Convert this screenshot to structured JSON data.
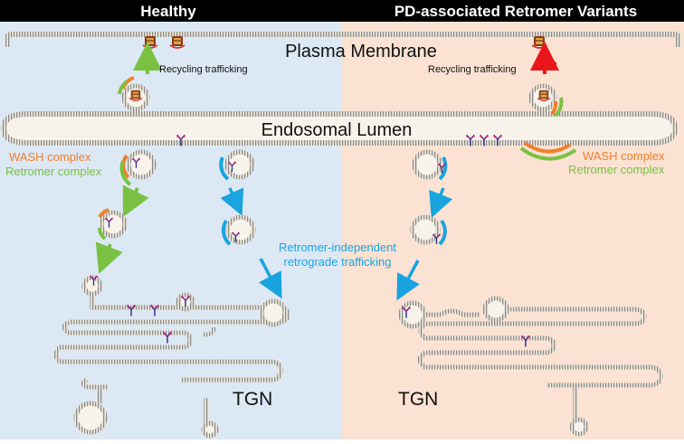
{
  "header": {
    "left_title": "Healthy",
    "right_title": "PD-associated Retromer Variants"
  },
  "labels": {
    "plasma_membrane": "Plasma Membrane",
    "endosomal_lumen": "Endosomal Lumen",
    "recycling_left": "Recycling trafficking",
    "recycling_right": "Recycling trafficking",
    "question_mark": "?",
    "wash_left": "WASH complex",
    "retromer_left": "Retromer complex",
    "wash_right": "WASH complex",
    "retromer_right": "Retromer complex",
    "retromer_independent_1": "Retromer-independent",
    "retromer_independent_2": "retrograde trafficking",
    "tgn_left": "TGN",
    "tgn_right": "TGN"
  },
  "colors": {
    "header_bg": "#000000",
    "header_text": "#ffffff",
    "healthy_bg": "#dce8f4",
    "pd_bg": "#fbe2d2",
    "wash": "#f07f2a",
    "retromer": "#7ac143",
    "retrograde": "#19a4e0",
    "question_arrow": "#e8161b",
    "receptor_purple": "#6b2f8e",
    "receptor_pink": "#d41f6d",
    "membrane": "#8a8a8a",
    "membrane_fill": "#f5f1e6"
  },
  "icons": [
    "cargo-receptor-icon",
    "transporter-protein-icon",
    "arrow-icon"
  ]
}
